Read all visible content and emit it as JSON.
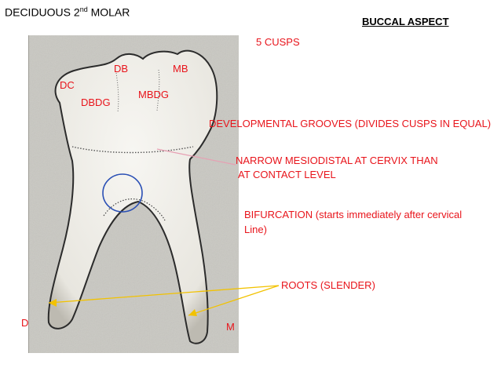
{
  "header": {
    "title_prefix": "DECIDUOUS  2",
    "title_sup": "nd",
    "title_suffix": " MOLAR",
    "aspect": "BUCCAL ASPECT"
  },
  "labels": {
    "cusps": "5 CUSPS",
    "db": "DB",
    "mb": "MB",
    "dc": "DC",
    "dbdg": "DBDG",
    "mbdg": "MBDG",
    "grooves": "DEVELOPMENTAL GROOVES (DIVIDES CUSPS IN EQUAL)",
    "narrow_line1": "NARROW MESIODISTAL AT CERVIX THAN",
    "narrow_line2": "AT CONTACT LEVEL",
    "bifurcation_line1": "BIFURCATION (starts immediately after cervical",
    "bifurcation_line2": "Line)",
    "roots": "ROOTS (SLENDER)",
    "distal": "D",
    "mesial": "M"
  },
  "colors": {
    "label_red": "#e8141b",
    "arrow_yellow": "#f2c200",
    "circle_blue": "#2a4fb5",
    "pointer_pink": "#e7a0b3",
    "plate_bg": "#c9c8c2"
  }
}
